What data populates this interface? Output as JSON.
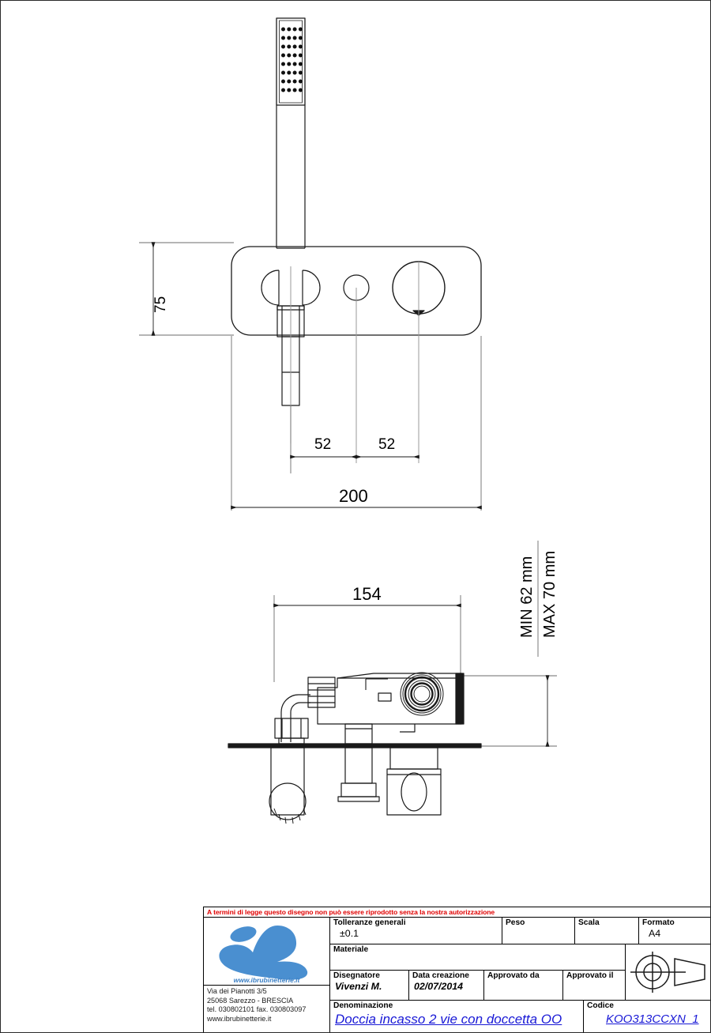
{
  "document": {
    "type": "technical-drawing",
    "format": "A4"
  },
  "drawing": {
    "front_view": {
      "dimensions": {
        "height_75": "75",
        "left_offset_52": "52",
        "right_offset_52": "52",
        "total_width_200": "200"
      }
    },
    "section_view": {
      "dimensions": {
        "width_154": "154",
        "depth_min": "MIN 62 mm",
        "depth_max": "MAX 70 mm"
      }
    }
  },
  "title_block": {
    "warning": "A termini di legge questo disegno non può essere riprodotto senza la nostra autorizzazione",
    "company": {
      "logo_url": "www.ibrubinetterie.it",
      "address_line1": "Via dei Pianotti 3/5",
      "address_line2": "25068 Sarezzo - BRESCIA",
      "address_line3": "tel. 030802101 fax. 030803097",
      "address_line4": "www.ibrubinetterie.it"
    },
    "fields": {
      "tolleranze_label": "Tolleranze generali",
      "tolleranze_value": "±0.1",
      "peso_label": "Peso",
      "peso_value": "",
      "scala_label": "Scala",
      "scala_value": "",
      "formato_label": "Formato",
      "formato_value": "A4",
      "materiale_label": "Materiale",
      "materiale_value": "",
      "disegnatore_label": "Disegnatore",
      "disegnatore_value": "Vivenzi M.",
      "data_creazione_label": "Data creazione",
      "data_creazione_value": "02/07/2014",
      "approvato_da_label": "Approvato da",
      "approvato_da_value": "",
      "approvato_il_label": "Approvato il",
      "approvato_il_value": "",
      "denominazione_label": "Denominazione",
      "denominazione_value": "Doccia incasso 2 vie con doccetta OO",
      "codice_label": "Codice",
      "codice_value": "KOO313CCXN_1"
    }
  },
  "colors": {
    "line": "#1a1a1a",
    "warning_red": "#e00000",
    "link_blue": "#1919d6",
    "logo_blue": "#3b7fc4"
  }
}
